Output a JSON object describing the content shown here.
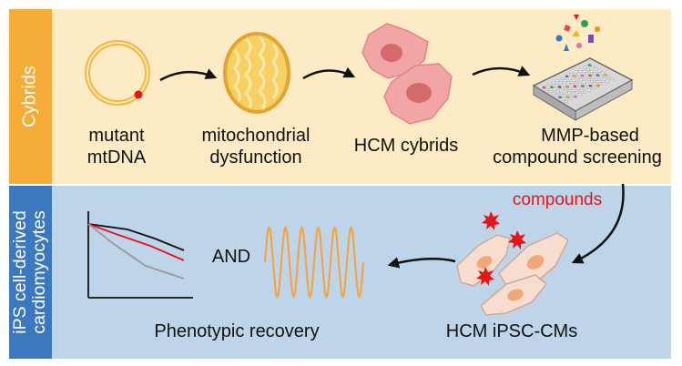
{
  "sections": {
    "top_label": "Cybrids",
    "bottom_label_line1": "iPS cell-derived",
    "bottom_label_line2": "cardiomyocytes"
  },
  "steps": {
    "mutant_line1": "mutant",
    "mutant_line2": "mtDNA",
    "dysfunction_line1": "mitochondrial",
    "dysfunction_line2": "dysfunction",
    "cybrids": "HCM cybrids",
    "screening_line1": "MMP-based",
    "screening_line2": "compound screening",
    "compounds": "compounds",
    "ipsc": "HCM iPSC-CMs",
    "and": "AND",
    "recovery": "Phenotypic recovery"
  },
  "colors": {
    "top_panel": "#fcebc4",
    "bottom_panel": "#bed4e8",
    "top_tab": "#f5ad3a",
    "bottom_tab": "#3c78bd",
    "compounds_text": "#e3161c",
    "mtdna_mutation": "#e3161c",
    "oscillation": "#f0a54a"
  }
}
